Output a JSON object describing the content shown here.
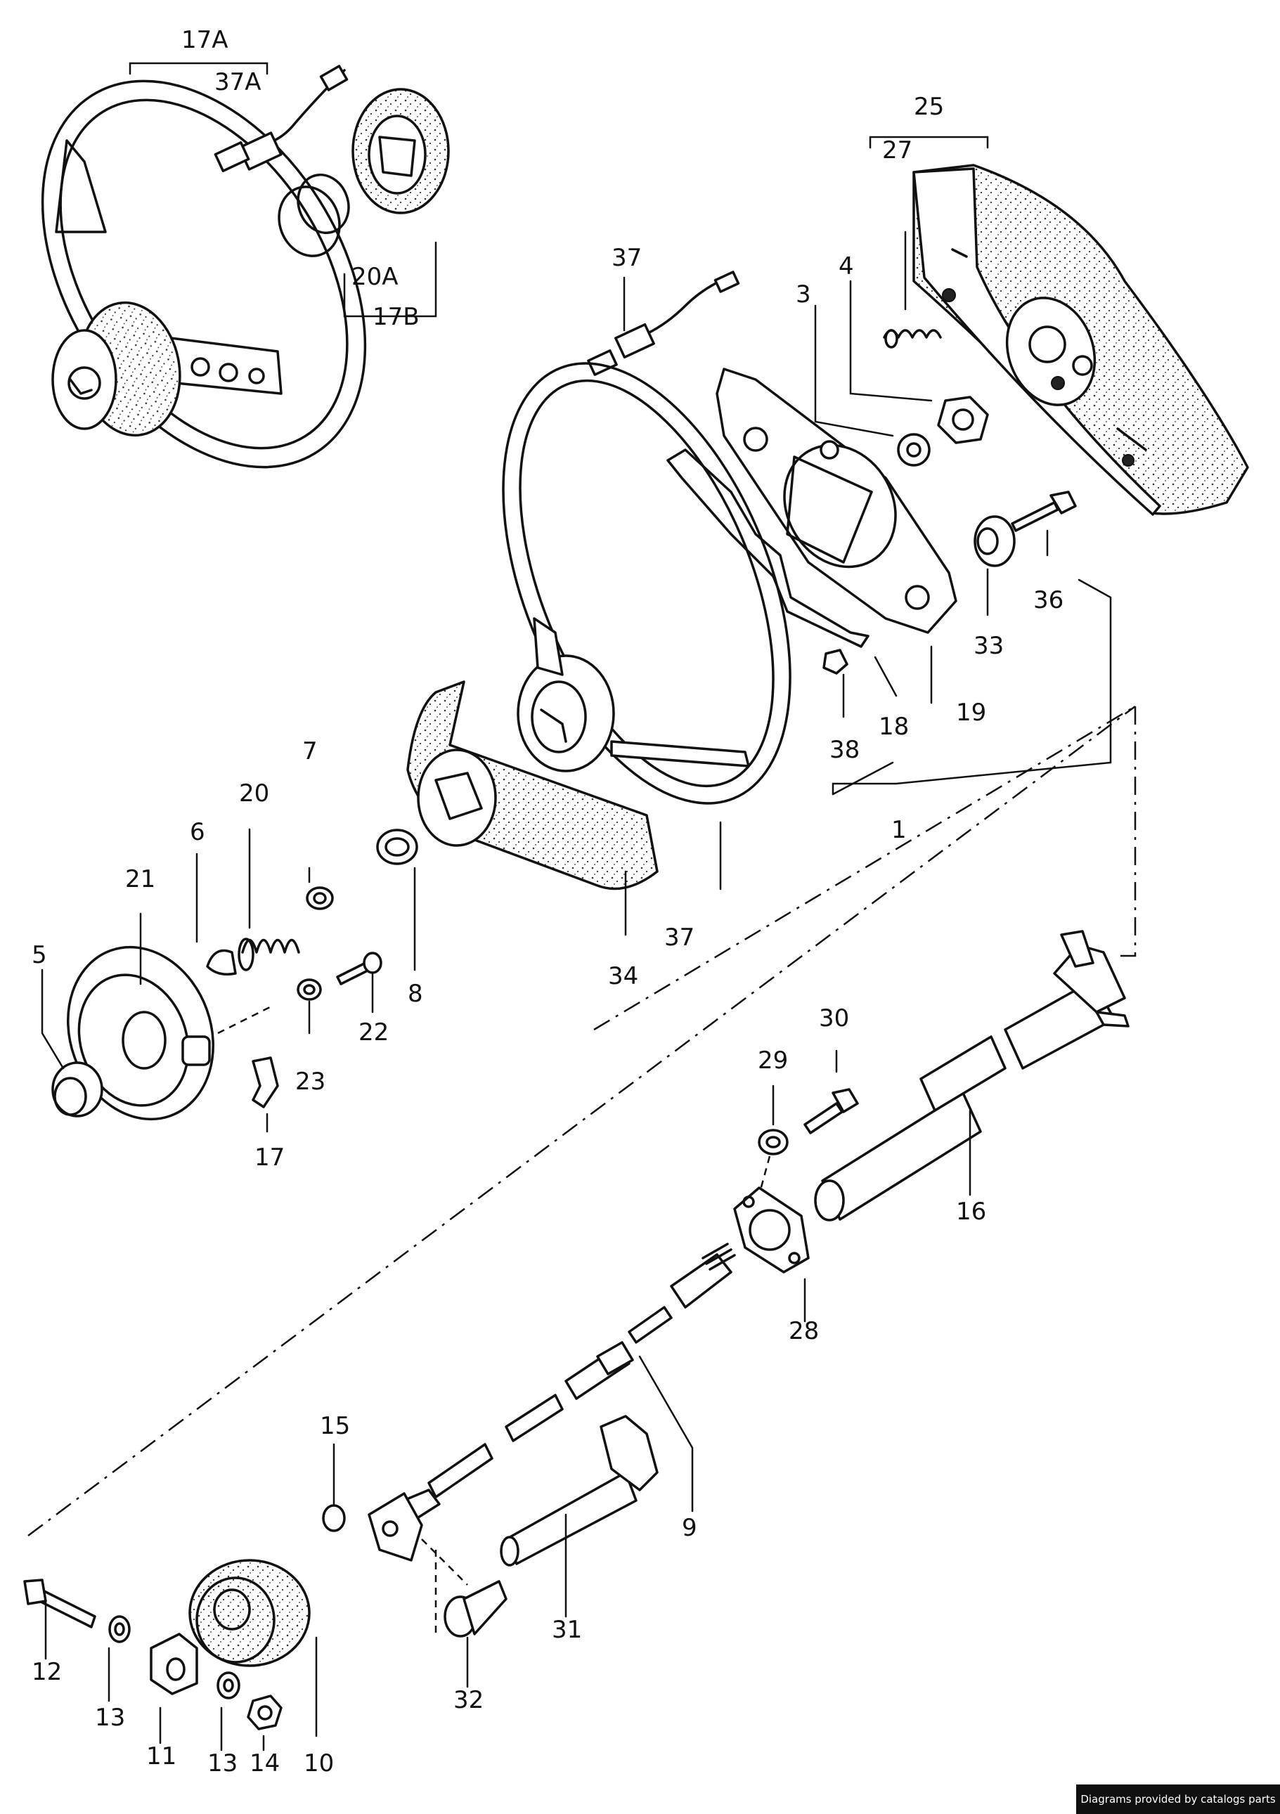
{
  "labels": {
    "l17A": "17A",
    "l37A": "37A",
    "l20A": "20A",
    "l17B": "17B",
    "l25": "25",
    "l27": "27",
    "l37": "37",
    "l3": "3",
    "l4": "4",
    "l36": "36",
    "l33": "33",
    "l18": "18",
    "l19": "19",
    "l38": "38",
    "l1": "1",
    "l7": "7",
    "l20": "20",
    "l6": "6",
    "l21": "21",
    "l5": "5",
    "l8": "8",
    "l22": "22",
    "l23": "23",
    "l17": "17",
    "l34": "34",
    "l37b": "37",
    "l30": "30",
    "l29": "29",
    "l16": "16",
    "l28": "28",
    "l9": "9",
    "l15": "15",
    "l31": "31",
    "l32": "32",
    "l12": "12",
    "l13": "13",
    "l11": "11",
    "l13b": "13",
    "l14": "14",
    "l10": "10"
  },
  "footer": {
    "credit": "Diagrams provided by catalogs parts"
  }
}
